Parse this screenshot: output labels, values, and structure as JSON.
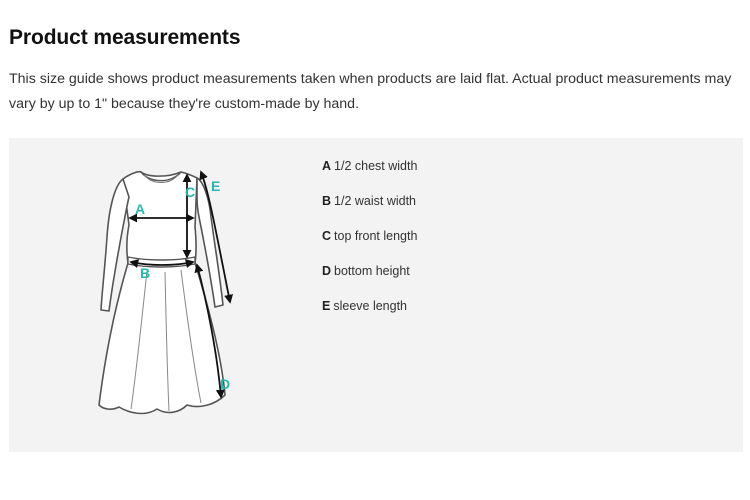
{
  "page": {
    "title": "Product measurements",
    "intro": "This size guide shows product measurements taken when products are laid flat. Actual product measurements may vary by up to 1\" because they're custom-made by hand."
  },
  "diagram": {
    "labels": {
      "a": "A",
      "b": "B",
      "c": "C",
      "d": "D",
      "e": "E"
    },
    "label_color": "#2ab5b0"
  },
  "legend": {
    "items": [
      {
        "letter": "A",
        "text": "1/2 chest width"
      },
      {
        "letter": "B",
        "text": "1/2 waist width"
      },
      {
        "letter": "C",
        "text": "top front length"
      },
      {
        "letter": "D",
        "text": "bottom height"
      },
      {
        "letter": "E",
        "text": "sleeve length"
      }
    ]
  }
}
